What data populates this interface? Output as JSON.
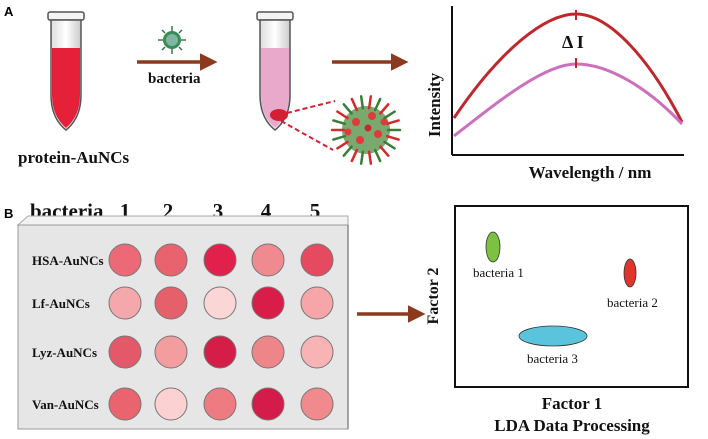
{
  "panel_a": {
    "label": "A",
    "arrow_label": "bacteria",
    "tube_label": "protein-AuNCs",
    "spectrum": {
      "ylabel": "Intensity",
      "xlabel": "Wavelength / nm",
      "delta_label": "Δ I",
      "colors": {
        "high": "#c0272d",
        "low": "#cc6fbd"
      }
    }
  },
  "panel_b": {
    "label": "B",
    "plate": {
      "header": "bacteria",
      "columns": [
        "1",
        "2",
        "3",
        "4",
        "5"
      ],
      "rows": [
        {
          "name": "HSA-AuNCs",
          "wells": [
            "#ec6a78",
            "#e9636f",
            "#e1214b",
            "#f08a91",
            "#e54a60"
          ]
        },
        {
          "name": "Lf-AuNCs",
          "wells": [
            "#f5a8ab",
            "#e6606c",
            "#fbd6d6",
            "#d81e48",
            "#f6a5a8"
          ]
        },
        {
          "name": "Lyz-AuNCs",
          "wells": [
            "#e3596a",
            "#f39d9f",
            "#d51e47",
            "#ee8589",
            "#f8b3b4"
          ]
        },
        {
          "name": "Van-AuNCs",
          "wells": [
            "#e9646f",
            "#fbd2d1",
            "#ee7a82",
            "#d41c4a",
            "#f18a8d"
          ]
        }
      ]
    },
    "lda": {
      "xlabel": "Factor 1",
      "ylabel": "Factor 2",
      "caption": "LDA Data Processing",
      "groups": [
        {
          "name": "bacteria 1",
          "color": "#7dc142"
        },
        {
          "name": "bacteria 2",
          "color": "#e0352c"
        },
        {
          "name": "bacteria 3",
          "color": "#5bc4dd"
        }
      ]
    }
  },
  "colors": {
    "arrow": "#8b3a1e",
    "red_liquid": "#e5213a",
    "pink_liquid": "#e9a9cb"
  }
}
